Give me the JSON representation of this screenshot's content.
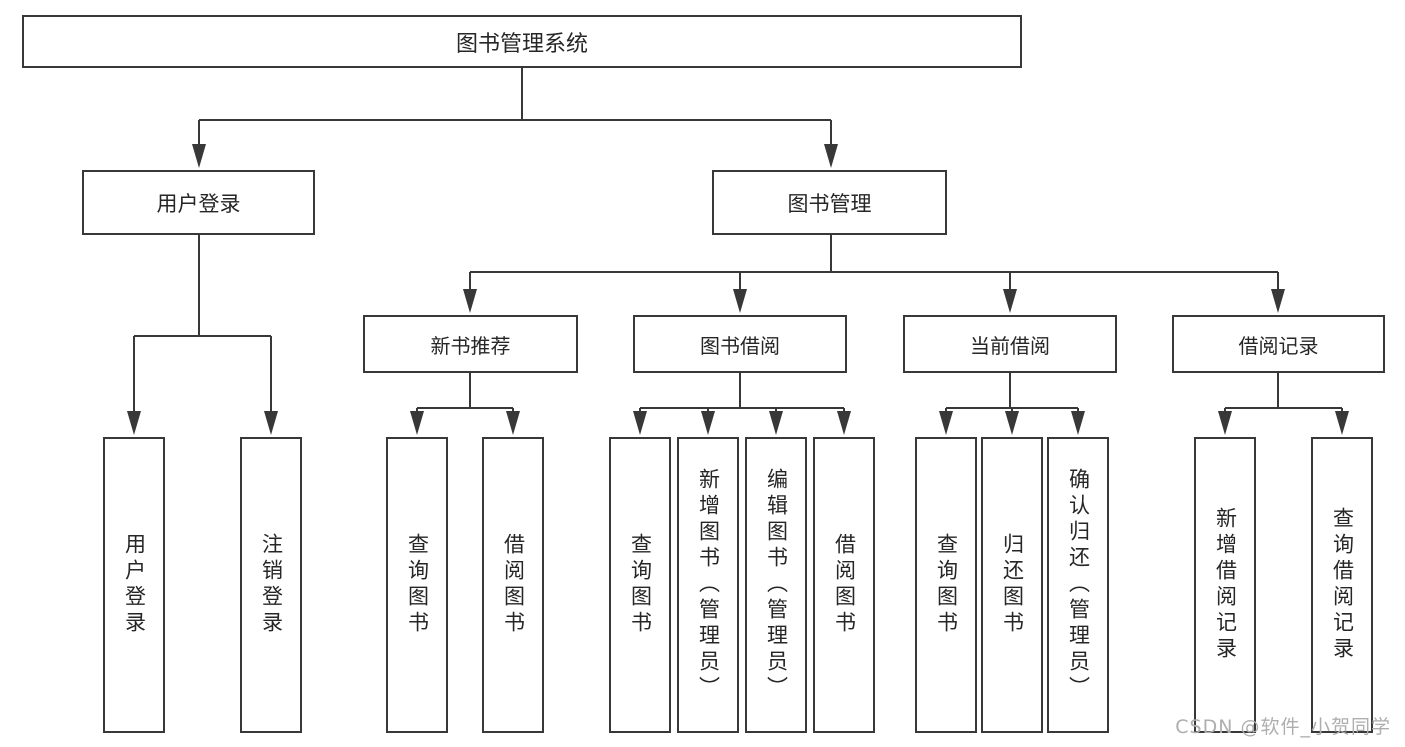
{
  "diagram": {
    "title": "图书管理系统",
    "branches": [
      {
        "label": "用户登录",
        "children": [
          {
            "label": "用户登录"
          },
          {
            "label": "注销登录"
          }
        ]
      },
      {
        "label": "图书管理",
        "children": [
          {
            "label": "新书推荐",
            "children": [
              {
                "label": "查询图书"
              },
              {
                "label": "借阅图书"
              }
            ]
          },
          {
            "label": "图书借阅",
            "children": [
              {
                "label": "查询图书"
              },
              {
                "label": "新增图书（管理员）"
              },
              {
                "label": "编辑图书（管理员）"
              },
              {
                "label": "借阅图书"
              }
            ]
          },
          {
            "label": "当前借阅",
            "children": [
              {
                "label": "查询图书"
              },
              {
                "label": "归还图书"
              },
              {
                "label": "确认归还（管理员）"
              }
            ]
          },
          {
            "label": "借阅记录",
            "children": [
              {
                "label": "新增借阅记录"
              },
              {
                "label": "查询借阅记录"
              }
            ]
          }
        ]
      }
    ]
  },
  "watermark": "CSDN @软件_小贺同学",
  "colors": {
    "line": "#383838",
    "text": "#262626",
    "watermark": "#aeaeae",
    "background": "#ffffff"
  }
}
